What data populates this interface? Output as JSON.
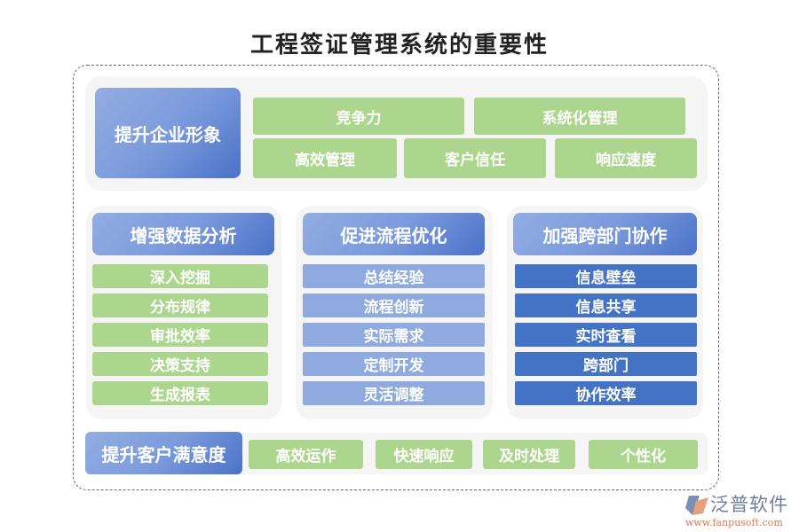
{
  "title": "工程签证管理系统的重要性",
  "top": {
    "header": "提升企业形象",
    "items": [
      "竞争力",
      "系统化管理",
      "高效管理",
      "客户信任",
      "响应速度"
    ]
  },
  "columns": [
    {
      "header": "增强数据分析",
      "items": [
        "深入挖掘",
        "分布规律",
        "审批效率",
        "决策支持",
        "生成报表"
      ]
    },
    {
      "header": "促进流程优化",
      "items": [
        "总结经验",
        "流程创新",
        "实际需求",
        "定制开发",
        "灵活调整"
      ]
    },
    {
      "header": "加强跨部门协作",
      "items": [
        "信息壁垒",
        "信息共享",
        "实时查看",
        "跨部门",
        "协作效率"
      ]
    }
  ],
  "bottom": {
    "header": "提升客户满意度",
    "items": [
      "高效运作",
      "快速响应",
      "及时处理",
      "个性化"
    ]
  },
  "logo": {
    "name": "泛普软件",
    "url": "www.fanpusoft.com"
  },
  "colors": {
    "green": "#acd68e",
    "blue_light": "#8eaadf",
    "blue_dark": "#4472c4"
  }
}
